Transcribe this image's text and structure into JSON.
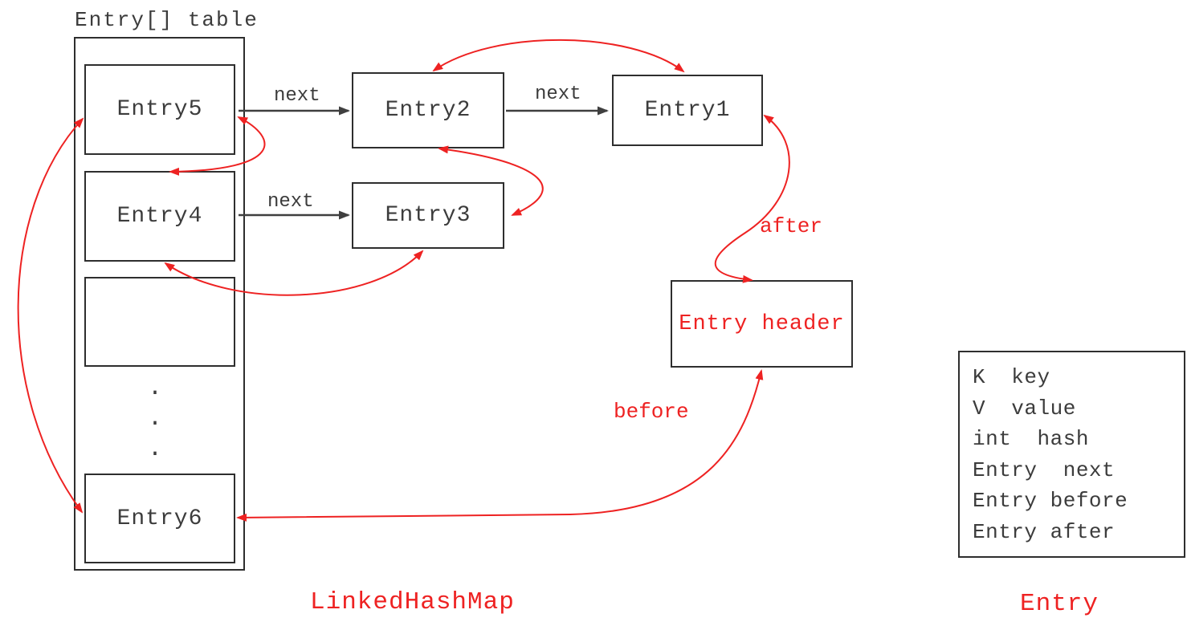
{
  "colors": {
    "red_accent": "#ee2222",
    "black_line": "#3f3f3f",
    "text": "#3c3c3c",
    "border": "#2e2e2e",
    "background": "#ffffff"
  },
  "table": {
    "label": "Entry[] table",
    "ellipsis": ".\n.\n."
  },
  "nodes": {
    "entry5": {
      "label": "Entry5"
    },
    "entry4": {
      "label": "Entry4"
    },
    "empty_slot": {
      "label": ""
    },
    "entry6": {
      "label": "Entry6"
    },
    "entry2": {
      "label": "Entry2"
    },
    "entry3": {
      "label": "Entry3"
    },
    "entry1": {
      "label": "Entry1"
    },
    "entry_header": {
      "label": "Entry header"
    }
  },
  "edge_labels": {
    "next_entry5_entry2": "next",
    "next_entry2_entry1": "next",
    "next_entry4_entry3": "next",
    "after": "after",
    "before": "before"
  },
  "relationships": {
    "next_chain": [
      "Entry5->Entry2",
      "Entry2->Entry1",
      "Entry4->Entry3"
    ],
    "linked_chain": [
      "Entry2<->Entry1",
      "Entry2<->Entry3",
      "Entry3<->Entry4",
      "Entry4<->Entry5",
      "Entry5<->Entry6",
      "Entry1<->Entry header (after)",
      "Entry6<->Entry header (before)"
    ]
  },
  "entry_struct": {
    "fields": [
      "K  key",
      "V  value",
      "int  hash",
      "Entry  next",
      "Entry before",
      "Entry after"
    ]
  },
  "captions": {
    "linked_hash_map": "LinkedHashMap",
    "entry": "Entry"
  }
}
